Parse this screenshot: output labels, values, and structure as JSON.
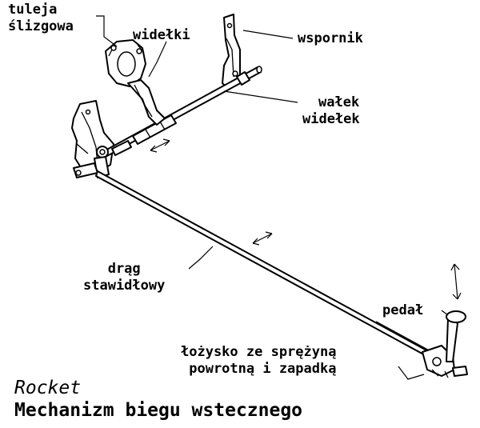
{
  "labels": {
    "tuleja": [
      "tuleja",
      "ślizgowa"
    ],
    "widelki": "widełki",
    "wspornik": "wspornik",
    "walek": [
      "wałek",
      "widełek"
    ],
    "drag": [
      "drąg",
      "stawidłowy"
    ],
    "pedal": "pedał",
    "lozysko": [
      "łożysko ze sprężyną",
      "powrotną i zapadką"
    ]
  },
  "title": {
    "name": "Rocket",
    "main": "Mechanizm biegu wstecznego"
  }
}
